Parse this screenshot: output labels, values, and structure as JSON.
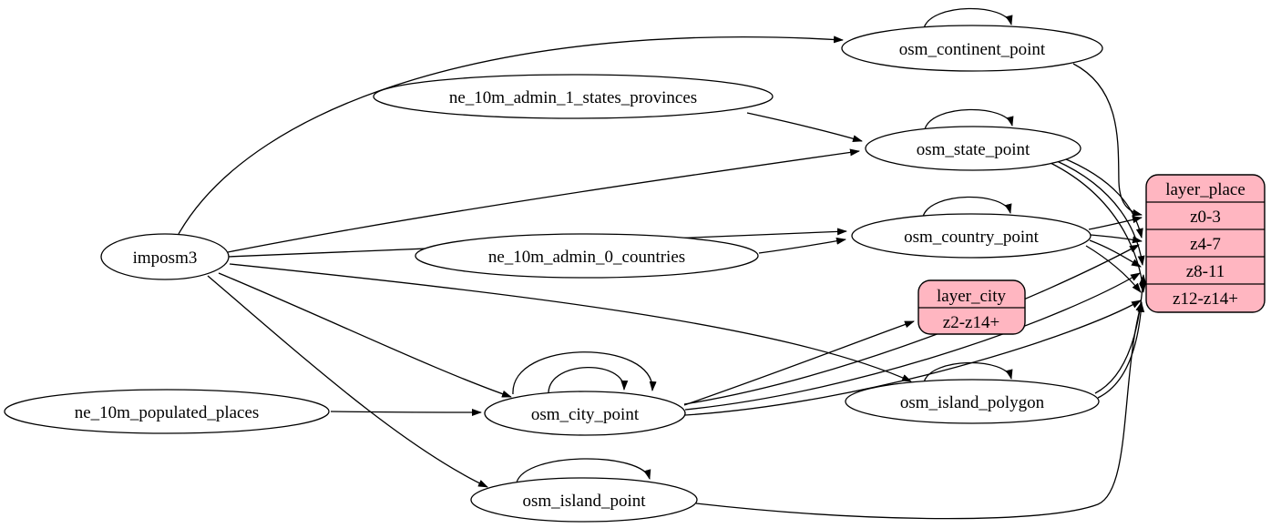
{
  "diagram": {
    "type": "etl-graph",
    "background_color": "#ffffff",
    "edge_color": "#000000",
    "ellipse_fill": "#ffffff",
    "record_fill": "#ffb6c1",
    "stroke_color": "#000000"
  },
  "nodes": {
    "imposm3": {
      "label": "imposm3",
      "shape": "ellipse"
    },
    "ne_10m_admin_1_states_provinces": {
      "label": "ne_10m_admin_1_states_provinces",
      "shape": "ellipse"
    },
    "ne_10m_admin_0_countries": {
      "label": "ne_10m_admin_0_countries",
      "shape": "ellipse"
    },
    "ne_10m_populated_places": {
      "label": "ne_10m_populated_places",
      "shape": "ellipse"
    },
    "osm_continent_point": {
      "label": "osm_continent_point",
      "shape": "ellipse",
      "self_loops": 1
    },
    "osm_state_point": {
      "label": "osm_state_point",
      "shape": "ellipse",
      "self_loops": 1
    },
    "osm_country_point": {
      "label": "osm_country_point",
      "shape": "ellipse",
      "self_loops": 1
    },
    "osm_city_point": {
      "label": "osm_city_point",
      "shape": "ellipse",
      "self_loops": 2
    },
    "osm_island_polygon": {
      "label": "osm_island_polygon",
      "shape": "ellipse",
      "self_loops": 1
    },
    "osm_island_point": {
      "label": "osm_island_point",
      "shape": "ellipse",
      "self_loops": 1
    },
    "layer_city": {
      "label": "layer_city",
      "shape": "record",
      "rows": [
        "z2-z14+"
      ]
    },
    "layer_place": {
      "label": "layer_place",
      "shape": "record",
      "rows": [
        "z0-3",
        "z4-7",
        "z8-11",
        "z12-z14+"
      ]
    }
  },
  "edges": [
    {
      "from": "imposm3",
      "to": "osm_continent_point"
    },
    {
      "from": "imposm3",
      "to": "osm_state_point"
    },
    {
      "from": "imposm3",
      "to": "osm_country_point"
    },
    {
      "from": "imposm3",
      "to": "osm_city_point"
    },
    {
      "from": "imposm3",
      "to": "osm_island_polygon"
    },
    {
      "from": "imposm3",
      "to": "osm_island_point"
    },
    {
      "from": "ne_10m_admin_1_states_provinces",
      "to": "osm_state_point"
    },
    {
      "from": "ne_10m_admin_0_countries",
      "to": "osm_country_point"
    },
    {
      "from": "ne_10m_populated_places",
      "to": "osm_city_point"
    },
    {
      "from": "osm_continent_point",
      "to": "osm_continent_point"
    },
    {
      "from": "osm_state_point",
      "to": "osm_state_point"
    },
    {
      "from": "osm_country_point",
      "to": "osm_country_point"
    },
    {
      "from": "osm_city_point",
      "to": "osm_city_point"
    },
    {
      "from": "osm_city_point",
      "to": "osm_city_point"
    },
    {
      "from": "osm_island_polygon",
      "to": "osm_island_polygon"
    },
    {
      "from": "osm_island_point",
      "to": "osm_island_point"
    },
    {
      "from": "osm_city_point",
      "to": "layer_city",
      "to_port": "z2-z14+"
    },
    {
      "from": "osm_continent_point",
      "to": "layer_place",
      "to_port": "z0-3"
    },
    {
      "from": "osm_country_point",
      "to": "layer_place",
      "to_port": "z0-3"
    },
    {
      "from": "osm_country_point",
      "to": "layer_place",
      "to_port": "z4-7"
    },
    {
      "from": "osm_country_point",
      "to": "layer_place",
      "to_port": "z8-11"
    },
    {
      "from": "osm_country_point",
      "to": "layer_place",
      "to_port": "z12-z14+"
    },
    {
      "from": "osm_state_point",
      "to": "layer_place",
      "to_port": "z4-7"
    },
    {
      "from": "osm_state_point",
      "to": "layer_place",
      "to_port": "z8-11"
    },
    {
      "from": "osm_state_point",
      "to": "layer_place",
      "to_port": "z12-z14+"
    },
    {
      "from": "osm_city_point",
      "to": "layer_place",
      "to_port": "z4-7"
    },
    {
      "from": "osm_city_point",
      "to": "layer_place",
      "to_port": "z8-11"
    },
    {
      "from": "osm_city_point",
      "to": "layer_place",
      "to_port": "z12-z14+"
    },
    {
      "from": "osm_island_polygon",
      "to": "layer_place",
      "to_port": "z8-11"
    },
    {
      "from": "osm_island_polygon",
      "to": "layer_place",
      "to_port": "z12-z14+"
    },
    {
      "from": "osm_island_point",
      "to": "layer_place",
      "to_port": "z12-z14+"
    }
  ]
}
